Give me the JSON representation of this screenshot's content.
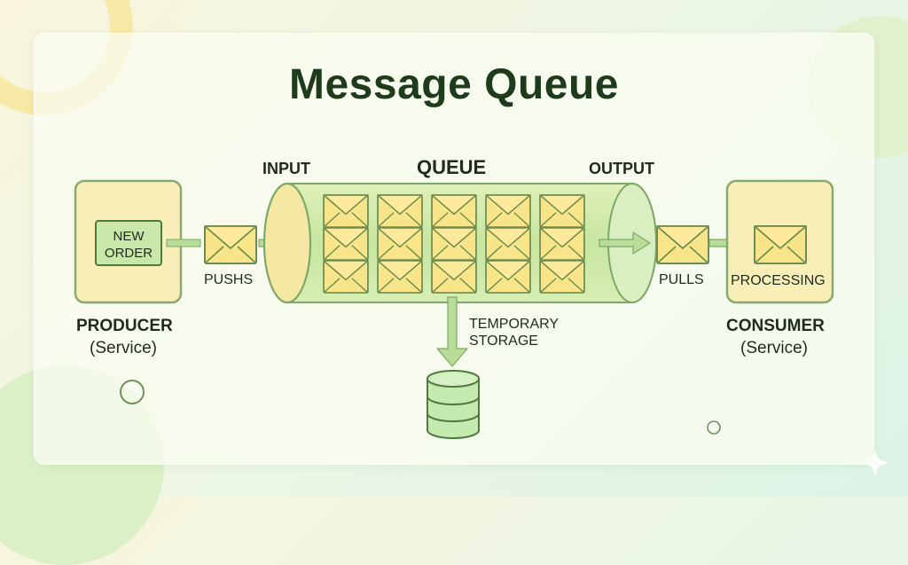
{
  "title": "Message Queue",
  "labels": {
    "input": "INPUT",
    "queue": "QUEUE",
    "output": "OUTPUT",
    "new_order_line1": "NEW",
    "new_order_line2": "ORDER",
    "pushs": "PUSHS",
    "pulls": "PULLS",
    "processing": "PROCESSING",
    "producer": "PRODUCER",
    "producer_sub": "(Service)",
    "consumer": "CONSUMER",
    "consumer_sub": "(Service)",
    "temporary_storage_line1": "TEMPORARY",
    "temporary_storage_line2": "STORAGE"
  },
  "queue_grid": {
    "columns": 5,
    "rows": 3
  },
  "icons": {
    "message": "envelope-icon",
    "storage": "database-icon"
  },
  "colors": {
    "title": "#1e3b1c",
    "box_fill": "#faeeb8",
    "box_stroke": "#8aa970",
    "envelope_fill": "#f8e58a",
    "envelope_stroke": "#6d8c4f",
    "arrow": "#b8dd98",
    "pipe": "#cfe9a9",
    "storage": "#c5eab0"
  }
}
